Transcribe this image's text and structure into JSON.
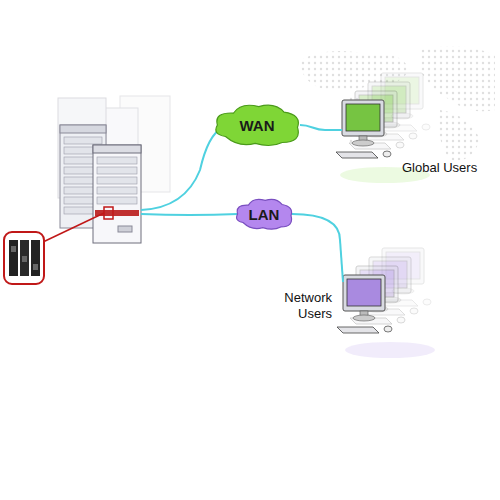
{
  "diagram": {
    "nodes": [
      {
        "text": [
          "WAN"
        ]
      },
      {
        "text": [
          "LAN"
        ]
      },
      {
        "text": [
          "Global Users"
        ]
      },
      {
        "text": [
          "Network Users"
        ]
      }
    ],
    "edges": [
      {
        "from": 0,
        "to": 2,
        "arrow": "none"
      },
      {
        "from": 1,
        "to": 3,
        "arrow": "none"
      }
    ]
  }
}
